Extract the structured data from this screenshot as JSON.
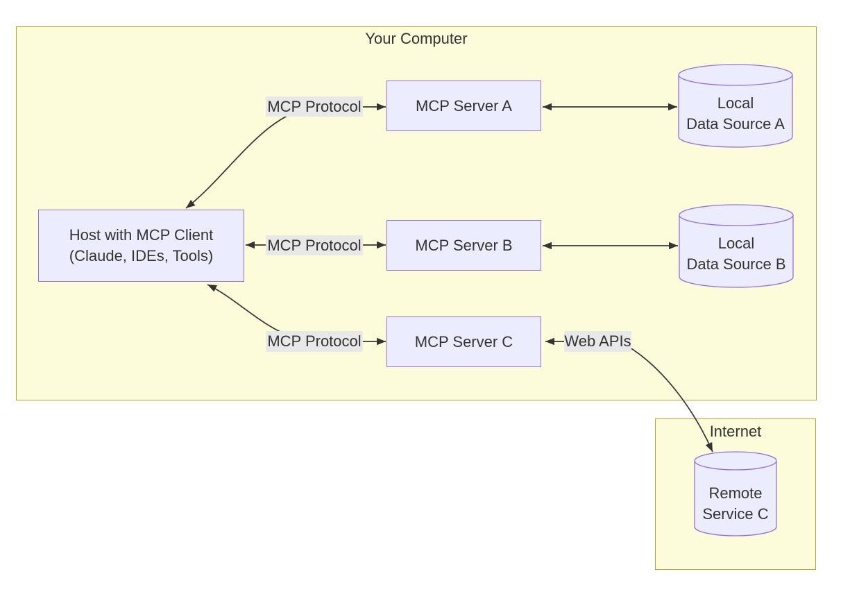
{
  "diagram": {
    "clusters": {
      "your_computer": {
        "title": "Your Computer"
      },
      "internet": {
        "title": "Internet"
      }
    },
    "nodes": {
      "host": {
        "line1": "Host with MCP Client",
        "line2": "(Claude, IDEs, Tools)",
        "shape": "rectangle"
      },
      "server_a": {
        "label": "MCP Server A",
        "shape": "rectangle"
      },
      "server_b": {
        "label": "MCP Server B",
        "shape": "rectangle"
      },
      "server_c": {
        "label": "MCP Server C",
        "shape": "rectangle"
      },
      "data_source_a": {
        "line1": "Local",
        "line2": "Data Source A",
        "shape": "cylinder"
      },
      "data_source_b": {
        "line1": "Local",
        "line2": "Data Source B",
        "shape": "cylinder"
      },
      "remote_service_c": {
        "line1": "Remote",
        "line2": "Service C",
        "shape": "cylinder"
      }
    },
    "edges": [
      {
        "from": "host",
        "to": "server_a",
        "label": "MCP Protocol",
        "arrows": "both"
      },
      {
        "from": "server_a",
        "to": "data_source_a",
        "label": "",
        "arrows": "both"
      },
      {
        "from": "host",
        "to": "server_b",
        "label": "MCP Protocol",
        "arrows": "both"
      },
      {
        "from": "server_b",
        "to": "data_source_b",
        "label": "",
        "arrows": "both"
      },
      {
        "from": "host",
        "to": "server_c",
        "label": "MCP Protocol",
        "arrows": "both"
      },
      {
        "from": "server_c",
        "to": "remote_service_c",
        "label": "Web APIs",
        "arrows": "both"
      }
    ],
    "colors": {
      "background": "#FFFFFF",
      "cluster_fill": "#FCFCDA",
      "cluster_border": "#AAAA33",
      "node_fill": "#ECECFF",
      "node_border": "#9370DB",
      "edge_label_bg": "#E8E8E8",
      "edge_line": "#333333",
      "text": "#333333"
    }
  }
}
